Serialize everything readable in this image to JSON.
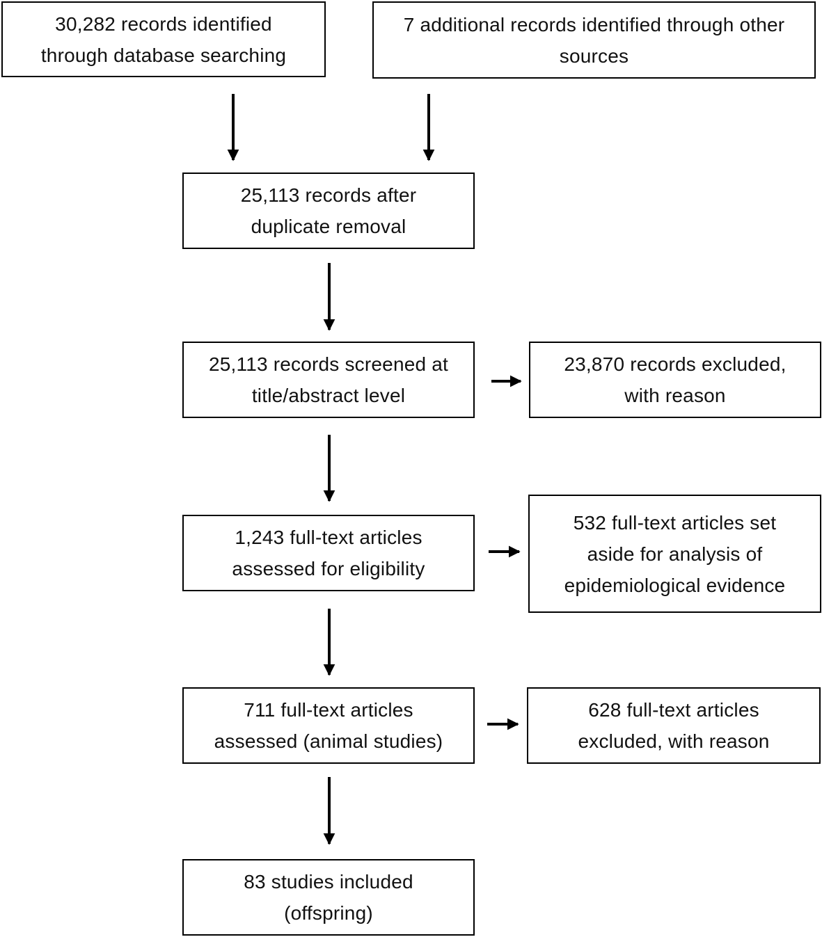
{
  "flow": {
    "sources": {
      "database": [
        "30,282 records identified",
        "through database searching"
      ],
      "other": [
        "7 additional records identified through other",
        "sources"
      ]
    },
    "after_duplicates": [
      "25,113 records after",
      "duplicate removal"
    ],
    "screened": [
      "25,113 records screened at",
      "title/abstract level"
    ],
    "screen_excluded": [
      "23,870 records excluded,",
      "with reason"
    ],
    "fulltext": [
      "1,243 full-text articles",
      "assessed for eligibility"
    ],
    "set_aside": [
      "532 full-text articles set",
      "aside for analysis of",
      "epidemiological evidence"
    ],
    "animal": [
      "711 full-text articles",
      "assessed (animal studies)"
    ],
    "animal_excluded": [
      "628 full-text articles",
      "excluded, with reason"
    ],
    "included": [
      "83 studies included",
      "(offspring)"
    ]
  },
  "colors": {
    "stroke": "#000000",
    "text": "#111111",
    "background": "#ffffff"
  }
}
